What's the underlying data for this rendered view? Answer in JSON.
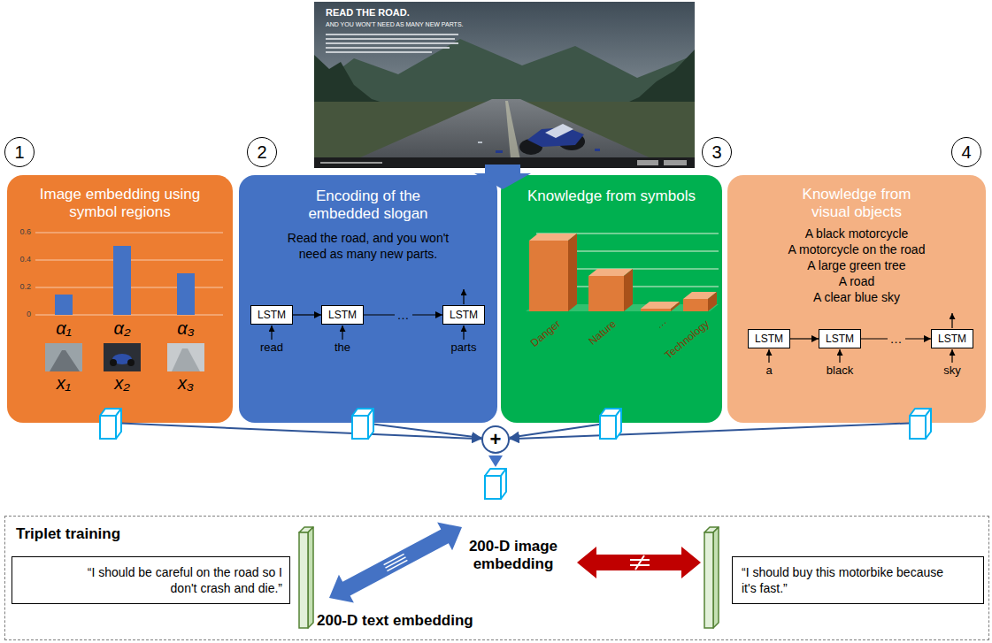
{
  "diagram": {
    "nodes": [
      {
        "text": [
          "1"
        ]
      },
      {
        "text": [
          "2"
        ]
      },
      {
        "text": [
          "3"
        ]
      },
      {
        "text": [
          "4"
        ]
      },
      {
        "text": [
          "Image embedding using symbol regions"
        ]
      },
      {
        "text": [
          "Encoding of the embedded slogan",
          "Read the road, and you won't need as many new parts."
        ]
      },
      {
        "text": [
          "LSTM"
        ],
        "in": 5
      },
      {
        "text": [
          "LSTM"
        ],
        "in": 5
      },
      {
        "text": [
          "LSTM"
        ],
        "in": 5
      },
      {
        "text": [
          "Knowledge from symbols"
        ]
      },
      {
        "text": [
          "Knowledge from visual objects",
          "A black motorcycle",
          "A motorcycle on the road",
          "A large green tree",
          "A road",
          "A clear blue sky"
        ]
      },
      {
        "text": [
          "LSTM"
        ],
        "in": 10
      },
      {
        "text": [
          "LSTM"
        ],
        "in": 10
      },
      {
        "text": [
          "LSTM"
        ],
        "in": 10
      },
      {
        "text": [
          "+"
        ]
      },
      {
        "text": [
          "Triplet training"
        ]
      },
      {
        "text": [
          "“I should be careful on the road so I don't crash and die.”"
        ],
        "in": 15
      },
      {
        "text": [
          "“I should buy this motorbike because it's fast.”"
        ],
        "in": 15
      }
    ],
    "edges": [
      {
        "from": 6,
        "to": 7,
        "arrow": "to"
      },
      {
        "from": 7,
        "to": 8,
        "arrow": "to",
        "label": "…"
      },
      {
        "from": 11,
        "to": 12,
        "arrow": "to"
      },
      {
        "from": 12,
        "to": 13,
        "arrow": "to",
        "label": "…"
      },
      {
        "from": 4,
        "to": 14,
        "arrow": "to"
      },
      {
        "from": 5,
        "to": 14,
        "arrow": "to"
      },
      {
        "from": 9,
        "to": 14,
        "arrow": "to"
      },
      {
        "from": 10,
        "to": 14,
        "arrow": "to"
      }
    ],
    "labels": [
      "READ THE ROAD.",
      "AND YOU WON'T NEED AS MANY NEW PARTS.",
      "0.6",
      "0.4",
      "0.2",
      "0",
      "α₁",
      "α₂",
      "α₃",
      "x₁",
      "x₂",
      "x₃",
      "read",
      "the",
      "parts",
      "Danger",
      "Nature",
      "…",
      "Technology",
      "a",
      "black",
      "sky",
      "200-D image embedding",
      "200-D text embedding"
    ]
  }
}
